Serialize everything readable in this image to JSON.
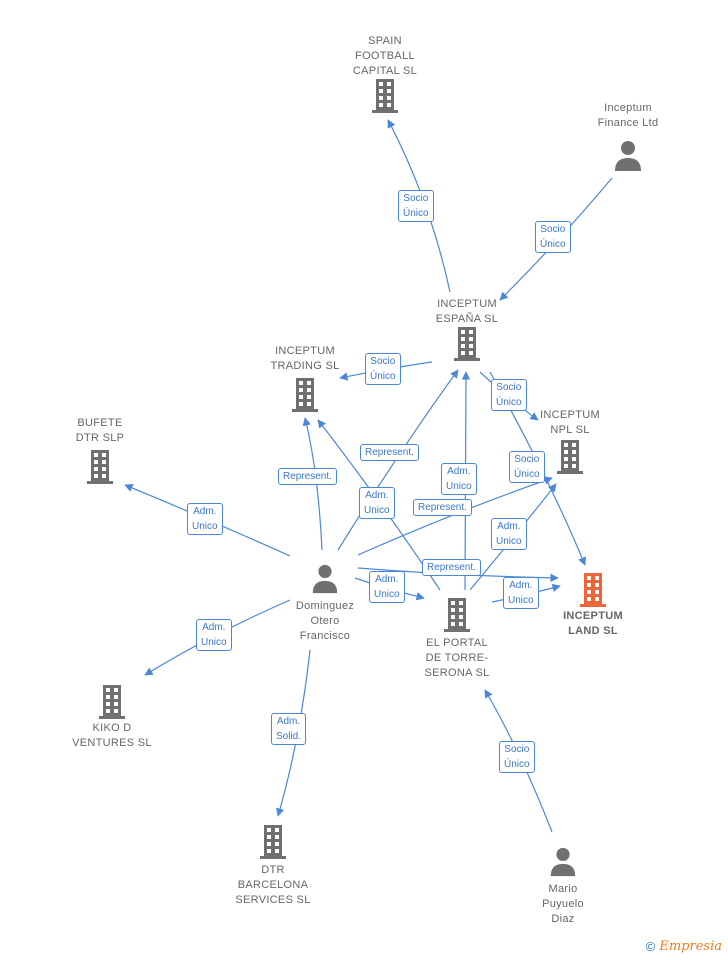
{
  "colors": {
    "edge": "#4a88d6",
    "building": "#707070",
    "building_highlight": "#f0643a",
    "person": "#707070",
    "label": "#666666"
  },
  "nodes": {
    "spain_football": {
      "label": "SPAIN\nFOOTBALL\nCAPITAL  SL",
      "icon": "building-icon"
    },
    "inceptum_finance": {
      "label": "Inceptum\nFinance Ltd",
      "icon": "person-icon"
    },
    "inceptum_espana": {
      "label": "INCEPTUM\nESPAÑA  SL",
      "icon": "building-icon"
    },
    "inceptum_trading": {
      "label": "INCEPTUM\nTRADING  SL",
      "icon": "building-icon"
    },
    "inceptum_npl": {
      "label": "INCEPTUM\nNPL  SL",
      "icon": "building-icon"
    },
    "bufete_dtr": {
      "label": "BUFETE\nDTR  SLP",
      "icon": "building-icon"
    },
    "inceptum_land": {
      "label": "INCEPTUM\nLAND  SL",
      "icon": "building-icon"
    },
    "dominguez": {
      "label": "Dominguez\nOtero\nFrancisco",
      "icon": "person-icon"
    },
    "el_portal": {
      "label": "EL PORTAL\nDE TORRE-\nSERONA SL",
      "icon": "building-icon"
    },
    "kiko_d": {
      "label": "KIKO D\nVENTURES  SL",
      "icon": "building-icon"
    },
    "dtr_barcelona": {
      "label": "DTR\nBARCELONA\nSERVICES  SL",
      "icon": "building-icon"
    },
    "mario": {
      "label": "Mario\nPuyuelo\nDiaz",
      "icon": "person-icon"
    }
  },
  "edges": {
    "e1": "Socio\nÚnico",
    "e2": "Socio\nÚnico",
    "e3": "Socio\nÚnico",
    "e4": "Socio\nÚnico",
    "e5": "Socio\nÚnico",
    "e6": "Represent.",
    "e7": "Represent.",
    "e8": "Adm.\nUnico",
    "e9": "Adm.\nUnico",
    "e10": "Represent.",
    "e11": "Adm.\nUnico",
    "e12": "Adm.\nUnico",
    "e13": "Represent.",
    "e14": "Adm.\nUnico",
    "e15": "Adm.\nUnico",
    "e16": "Adm.\nUnico",
    "e17": "Adm.\nSolid.",
    "e18": "Socio\nÚnico"
  },
  "footer": {
    "copyright": "©",
    "brand": "Empresia"
  }
}
